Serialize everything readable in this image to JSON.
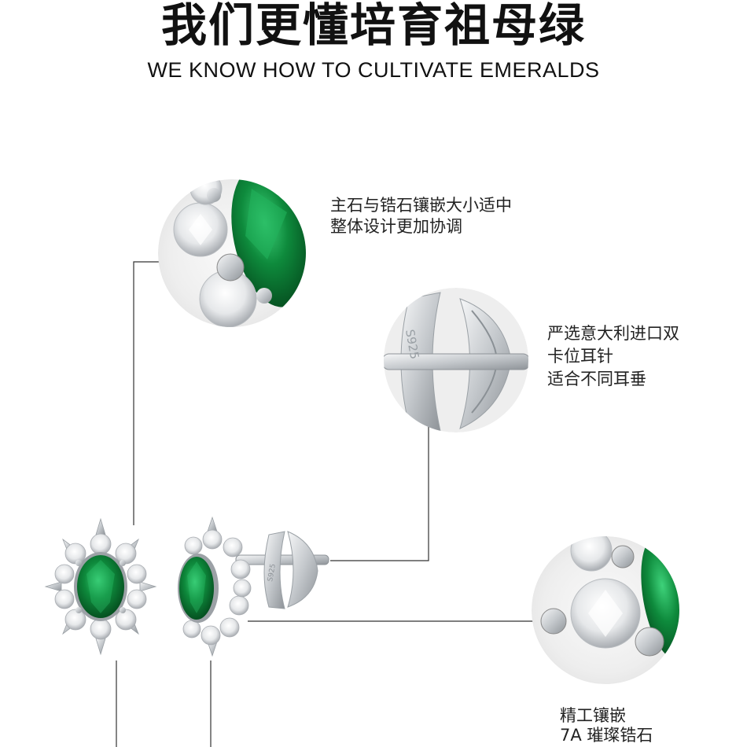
{
  "header": {
    "title_cn": "我们更懂培育祖母绿",
    "title_en": "WE KNOW HOW TO CULTIVATE EMERALDS"
  },
  "captions": {
    "stone_size": [
      "主石与锆石镶嵌大小适中",
      "整体设计更加协调"
    ],
    "ear_pin": [
      "严选意大利进口双",
      "卡位耳针",
      "适合不同耳垂"
    ],
    "craft": [
      "精工镶嵌",
      "7A 璀璨锆石"
    ]
  },
  "stamp": "S925",
  "colors": {
    "emerald": "#0e8a3c",
    "silver": "#cfd3d6",
    "line": "#333333"
  }
}
